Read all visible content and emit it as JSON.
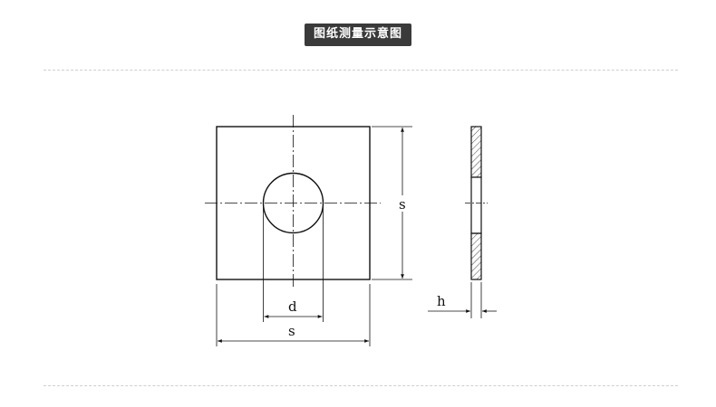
{
  "header": {
    "title": "图纸测量示意图"
  },
  "drawing": {
    "labels": {
      "side_s": "s",
      "inner_d": "d",
      "bottom_s": "s",
      "thickness_h": "h"
    },
    "line_color": "#111111",
    "badge_color": "#3a3a3a"
  }
}
